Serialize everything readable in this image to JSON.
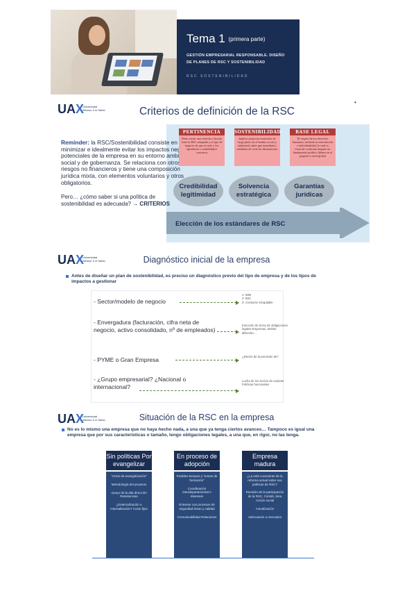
{
  "slide1": {
    "title": "Tema 1",
    "title_suffix": "(primera parte)",
    "subtitle_line1": "GESTIÓN EMPRESARIAL RESPONSABLE. DISEÑO",
    "subtitle_line2": "DE PLANES DE RSC Y SOSTENIBILIDAD",
    "footer": "RSC SOSTENIBILIDAD",
    "colors": {
      "cover_bg": "#1a2d52"
    }
  },
  "branding": {
    "logo_text_main": "UA",
    "logo_text_accent": "X",
    "logo_sub_line1": "Universidad",
    "logo_sub_line2": "Alfonso X el Sabio"
  },
  "slide2": {
    "title": "Criterios de definición de la RSC",
    "reminder_label": "Reminder:",
    "reminder_text": " la RSC/Sostenibilidad consiste en minimizar e idealmente evitar los impactos negativos potenciales de la empresa en su entorno ambiental, social y de gobernanza. Se relaciona con otros riesgos no financieros y tiene una composición jurídica mixta, con elementos voluntarios y otros obligatorios.",
    "question_text": "Pero… ¿cómo saber si una política de sostenibilidad es adecuada? → ",
    "question_bold": "CRITERIOS",
    "criteria": [
      {
        "heading": "PERTINENCIA",
        "text": "Debe existir una estrecha relación entre la RSC adoptada y el tipo de negocio de que se trate y los operadores o stakeholders concretos"
      },
      {
        "heading": "SOSTENIBILIDAD",
        "text": "Implica propiciar resultados de largo plazo en el ámbito social y ambiental, antes que inmediatos, mediante de crear las dimensiones"
      },
      {
        "heading": "BASE LEGAL",
        "text": "El respeto de los derechos humanos, incluida su articulación e individualidad, lo cual es esencial conforme imparte un fundamento jurídico idóneo en el paquete a nivel global"
      }
    ],
    "circles": [
      "Credibilidad legitimidad",
      "Solvencia estratégica",
      "Garantías jurídicas"
    ],
    "arrow_label": "Elección de los estándares de RSC",
    "colors": {
      "panel": "#d7e8f5",
      "arrow": "#8fa5b8",
      "criteria_bg": "#f3a3a3",
      "criteria_head": "#b33a3a"
    }
  },
  "slide3": {
    "title": "Diagnóstico inicial de la empresa",
    "intro": "Antes de diseñar un plan de sostenibilidad, es preciso un diagnóstico previo del tipo de empresa y de los tipos de impactos a gestionar",
    "items": [
      {
        "label": "- Sector/modelo de negocio",
        "note": "1- B2B\n2- B2C\n3- Consumo irregulable"
      },
      {
        "label": "- Envergadura (facturación, cifra neta de negocio, activo consolidado, nº de empleados)",
        "note": "Exención de la ley de obligaciones legales\nEmpresas, ámbito diferente…"
      },
      {
        "label": "- PYME o Gran Empresa",
        "note": "¿Dentro de la previsión de?"
      },
      {
        "label": "- ¿Grupo empresarial? ¿Nacional o internacional?",
        "note": "Lucha de los acción de carácter\nPolíticas funcionales"
      }
    ]
  },
  "slide4": {
    "title": "Situación de la RSC en la empresa",
    "intro": "No es lo mismo una empresa que no haya hecho nada, a una que ya tenga ciertos avances… Tampoco es igual una empresa que por sus características o tamaño, tengo obligaciones legales, a una que, en rigor, no las tenga.",
    "columns": [
      {
        "heading": "Sin políticas Por evangelizar",
        "entries": [
          "\"Crisis de evangelización\"",
          "Metodología del proyecto",
          "Apoyo de la alta dirección Resistencias",
          "¿Externalización o internalización? Costo fijos"
        ]
      },
      {
        "heading": "En proceso de adopción",
        "entries": [
          "Posibles tiempos y \"tomas de formación\"",
          "Coordinación interdepartamental e intereses",
          "Entrenar con procesos de seguridad áreas y calidad",
          "Comunicabilidad Relaciones"
        ]
      },
      {
        "heading": "Empresa madura",
        "entries": [
          "¿La está consciente de la reforma actual sobre sus políticas de RSC?",
          "Revisión de la participación de la RSC, Comité, área Acción social",
          "Actualización",
          "Adecuación a mercados"
        ]
      }
    ],
    "colors": {
      "col_head": "#1a2d52",
      "col_body": "#2b4a7a"
    }
  }
}
